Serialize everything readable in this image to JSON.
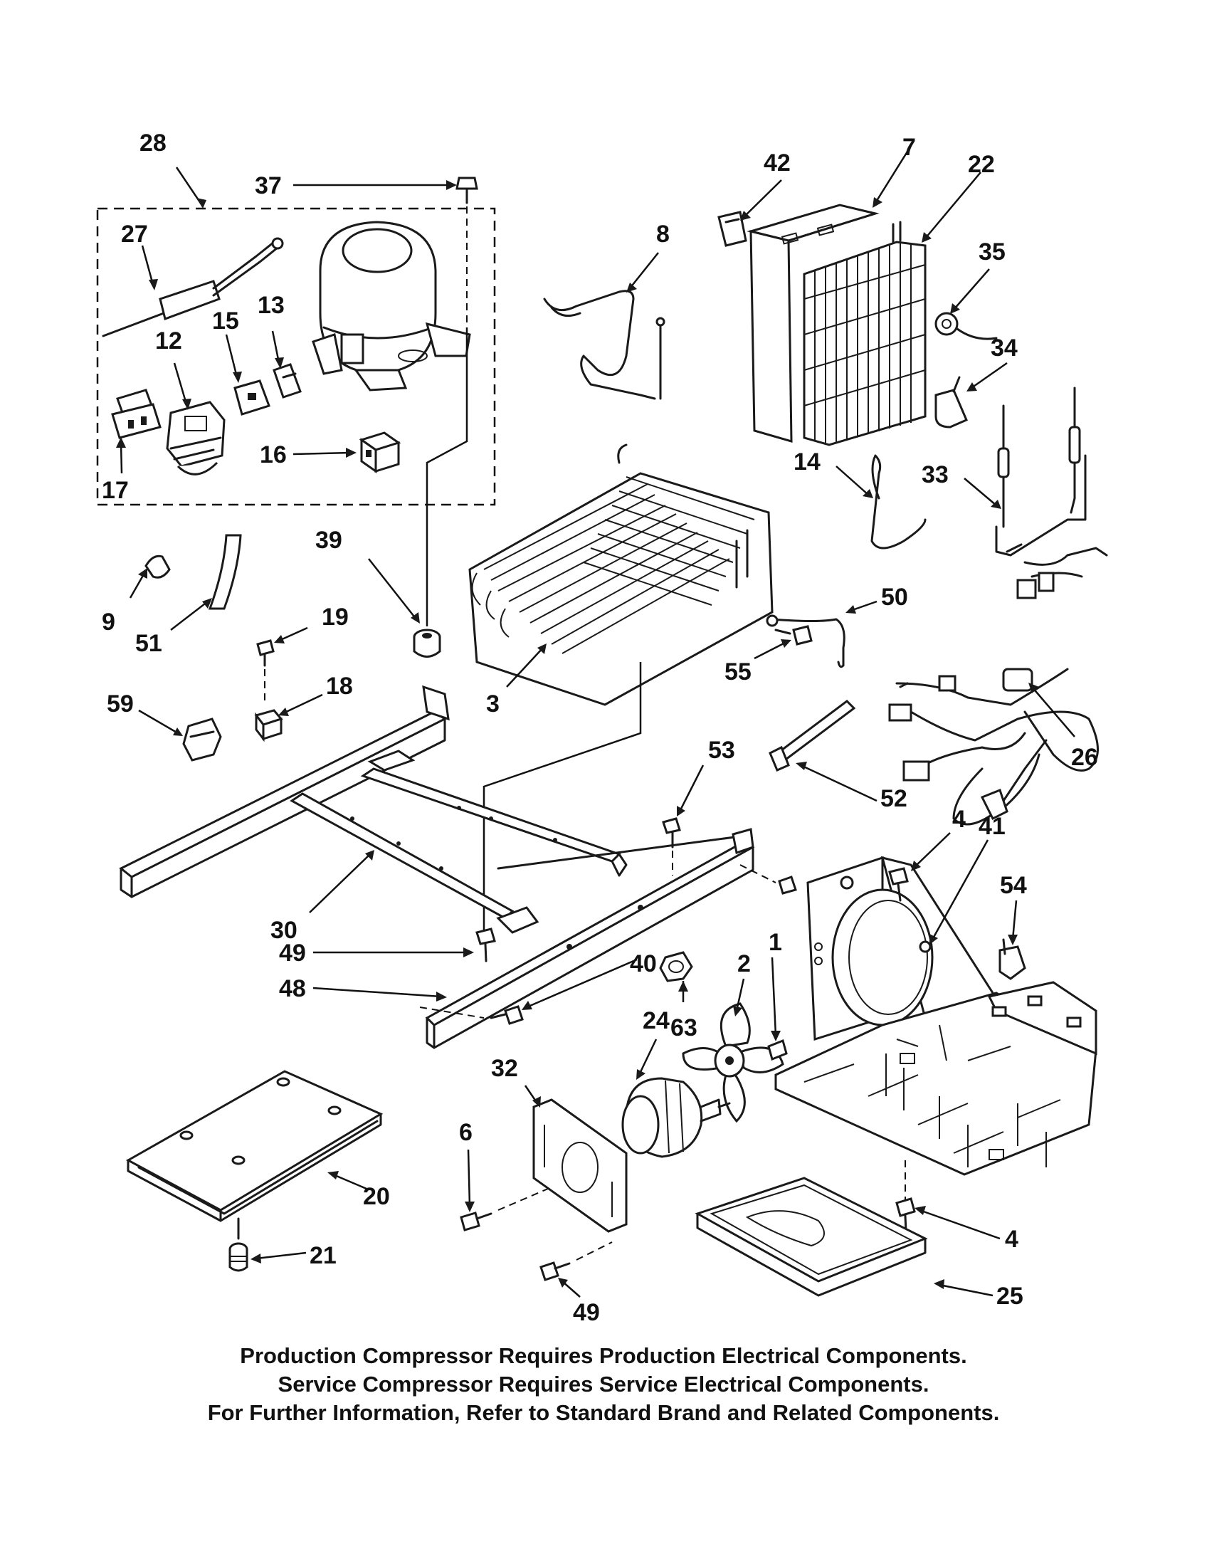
{
  "callouts": [
    {
      "key": "28",
      "label": "28"
    },
    {
      "key": "37",
      "label": "37"
    },
    {
      "key": "27",
      "label": "27"
    },
    {
      "key": "13",
      "label": "13"
    },
    {
      "key": "15",
      "label": "15"
    },
    {
      "key": "12",
      "label": "12"
    },
    {
      "key": "16",
      "label": "16"
    },
    {
      "key": "17",
      "label": "17"
    },
    {
      "key": "8",
      "label": "8"
    },
    {
      "key": "42",
      "label": "42"
    },
    {
      "key": "7",
      "label": "7"
    },
    {
      "key": "22",
      "label": "22"
    },
    {
      "key": "35",
      "label": "35"
    },
    {
      "key": "34",
      "label": "34"
    },
    {
      "key": "14",
      "label": "14"
    },
    {
      "key": "33",
      "label": "33"
    },
    {
      "key": "39",
      "label": "39"
    },
    {
      "key": "9",
      "label": "9"
    },
    {
      "key": "51",
      "label": "51"
    },
    {
      "key": "19",
      "label": "19"
    },
    {
      "key": "18",
      "label": "18"
    },
    {
      "key": "3",
      "label": "3"
    },
    {
      "key": "50",
      "label": "50"
    },
    {
      "key": "55",
      "label": "55"
    },
    {
      "key": "59",
      "label": "59"
    },
    {
      "key": "53",
      "label": "53"
    },
    {
      "key": "52",
      "label": "52"
    },
    {
      "key": "26",
      "label": "26"
    },
    {
      "key": "4a",
      "label": "4"
    },
    {
      "key": "41",
      "label": "41"
    },
    {
      "key": "54",
      "label": "54"
    },
    {
      "key": "30",
      "label": "30"
    },
    {
      "key": "49a",
      "label": "49"
    },
    {
      "key": "40",
      "label": "40"
    },
    {
      "key": "48",
      "label": "48"
    },
    {
      "key": "2",
      "label": "2"
    },
    {
      "key": "1",
      "label": "1"
    },
    {
      "key": "24",
      "label": "24"
    },
    {
      "key": "63",
      "label": "63"
    },
    {
      "key": "32",
      "label": "32"
    },
    {
      "key": "6",
      "label": "6"
    },
    {
      "key": "20",
      "label": "20"
    },
    {
      "key": "21",
      "label": "21"
    },
    {
      "key": "49b",
      "label": "49"
    },
    {
      "key": "4b",
      "label": "4"
    },
    {
      "key": "25",
      "label": "25"
    }
  ],
  "notes": [
    "Production Compressor Requires Production Electrical Components.",
    "Service Compressor Requires Service Electrical Components.",
    "For Further Information, Refer to Standard Brand and Related Components."
  ]
}
